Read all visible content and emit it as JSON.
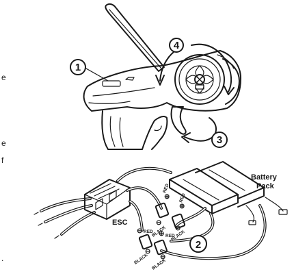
{
  "callouts": {
    "c1": "1",
    "c2": "2",
    "c3": "3",
    "c4": "4"
  },
  "labels": {
    "esc": "ESC",
    "battery_line1": "Battery",
    "battery_line2": "Pack",
    "red": "RED",
    "black": "BLACK",
    "plus": "⊕",
    "minus": "⊖"
  },
  "margin_fragments": {
    "f1": "e",
    "f2": "e",
    "f3": "f",
    "f4": "."
  },
  "colors": {
    "ink": "#1a1a1a",
    "background": "#ffffff"
  }
}
